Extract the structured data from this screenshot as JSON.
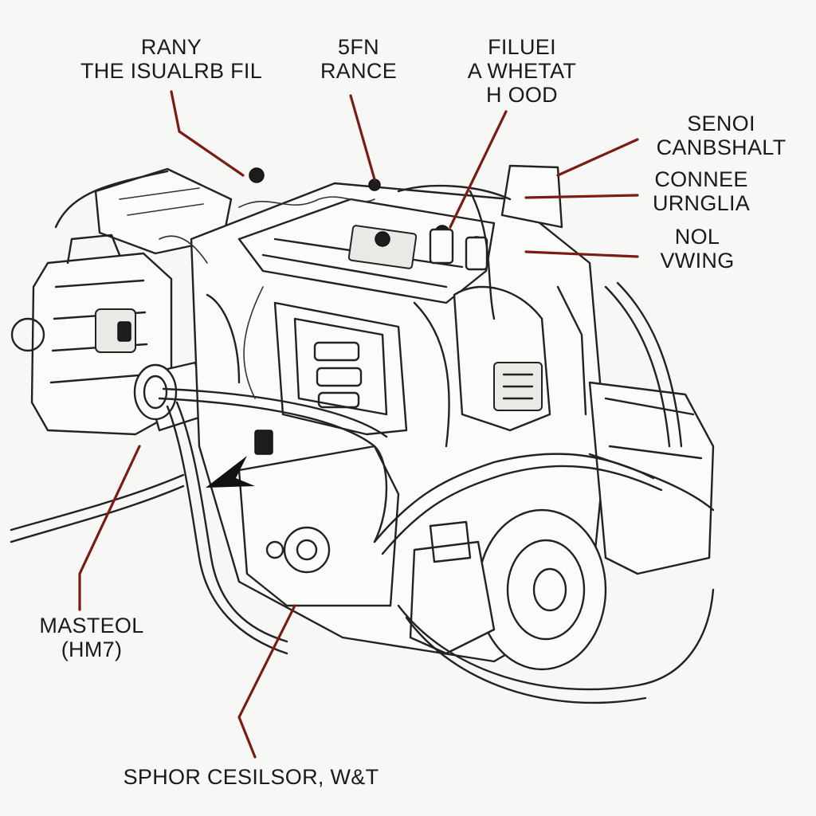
{
  "labels": {
    "top_left": {
      "line1": "RANY",
      "line2": "THE ISUALRB FIL"
    },
    "top_center": {
      "line1": "5FN",
      "line2": "RANCE"
    },
    "top_right": {
      "line1": "FILUEI",
      "line2": "A WHETAT",
      "line3": "H OOD"
    },
    "right_1": {
      "line1": "SENOI",
      "line2": "CANBSHALT"
    },
    "right_2": {
      "line1": "CONNEE",
      "line2": "URNGLIA"
    },
    "right_3": {
      "line1": "NOL",
      "line2": "VWING"
    },
    "left_bottom": {
      "line1": "MASTEOL",
      "line2": "(HM7)"
    },
    "bottom": {
      "line1": "SPHOR CESILSOR, W&T"
    }
  },
  "colors": {
    "leader_line": "#7a1c14",
    "ink": "#222222",
    "background": "#f7f7f5"
  }
}
